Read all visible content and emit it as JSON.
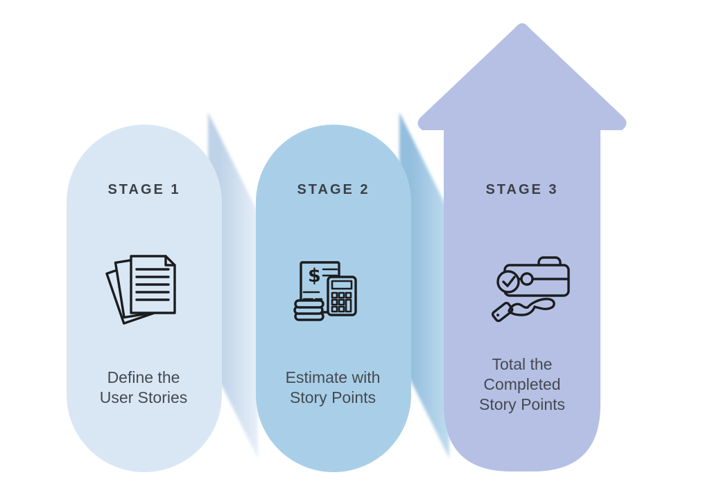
{
  "diagram": {
    "stages": [
      {
        "label": "STAGE 1",
        "caption": "Define the\nUser Stories",
        "icon": "documents-icon"
      },
      {
        "label": "STAGE 2",
        "caption": "Estimate with\nStory Points",
        "icon": "invoice-calculator-icon"
      },
      {
        "label": "STAGE 3",
        "caption": "Total the\nCompleted\nStory Points",
        "icon": "briefcase-hand-check-icon"
      }
    ],
    "colors": {
      "stage1-fill": "#d9e7f5",
      "stage2-fill": "#a9cfe8",
      "stage3-fill": "#b5c0e4",
      "ribbon1-dark": "#bed2e8",
      "ribbon1-light": "#e9f0f9",
      "ribbon2-dark": "#93bedd",
      "ribbon2-light": "#c2ddf0",
      "ink": "#1b1c1e",
      "title-color": "#3b3f45",
      "caption-color": "#45494f",
      "background": "#ffffff"
    }
  }
}
